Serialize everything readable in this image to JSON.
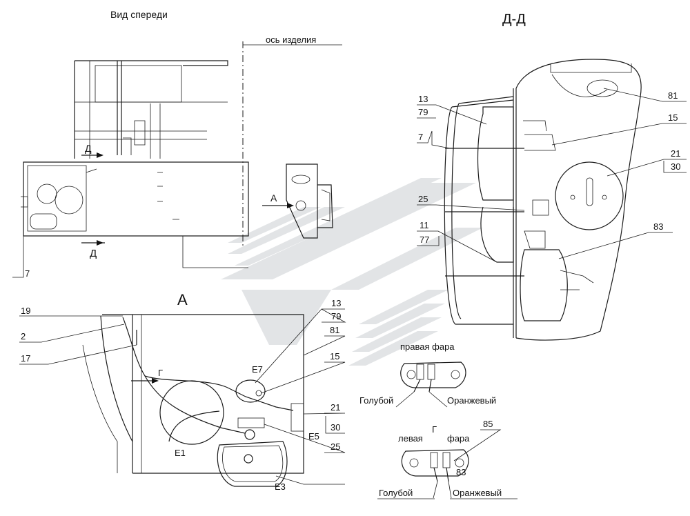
{
  "titles": {
    "front_view": "Вид спереди",
    "section": "Д-Д",
    "view_a": "А"
  },
  "axis_label": "ось изделия",
  "view_markers": {
    "d_top": "Д",
    "d_bottom": "Д",
    "a_arrow": "А",
    "g_arrow": "Г",
    "g_lamp": "Г"
  },
  "callouts": {
    "front_7": "7",
    "dd_13": "13",
    "dd_79": "79",
    "dd_7": "7",
    "dd_25": "25",
    "dd_11": "11",
    "dd_77": "77",
    "dd_81": "81",
    "dd_15": "15",
    "dd_21": "21",
    "dd_30": "30",
    "dd_83": "83",
    "a_19": "19",
    "a_2": "2",
    "a_17": "17",
    "a_13": "13",
    "a_79": "79",
    "a_81": "81",
    "a_15": "15",
    "a_21": "21",
    "a_30": "30",
    "a_25": "25",
    "a_e7": "Е7",
    "a_e5": "Е5",
    "a_e1": "Е1",
    "a_e3": "Е3",
    "lamp_85": "85",
    "lamp_83": "83"
  },
  "lamps": {
    "right_title": "правая фара",
    "left_word": "левая",
    "left_fara": "фара",
    "wire_blue": "Голубой",
    "wire_orange": "Оранжевый"
  },
  "colors": {
    "line": "#1a1a1a",
    "watermark": "#e2e4e6",
    "background": "#ffffff"
  }
}
